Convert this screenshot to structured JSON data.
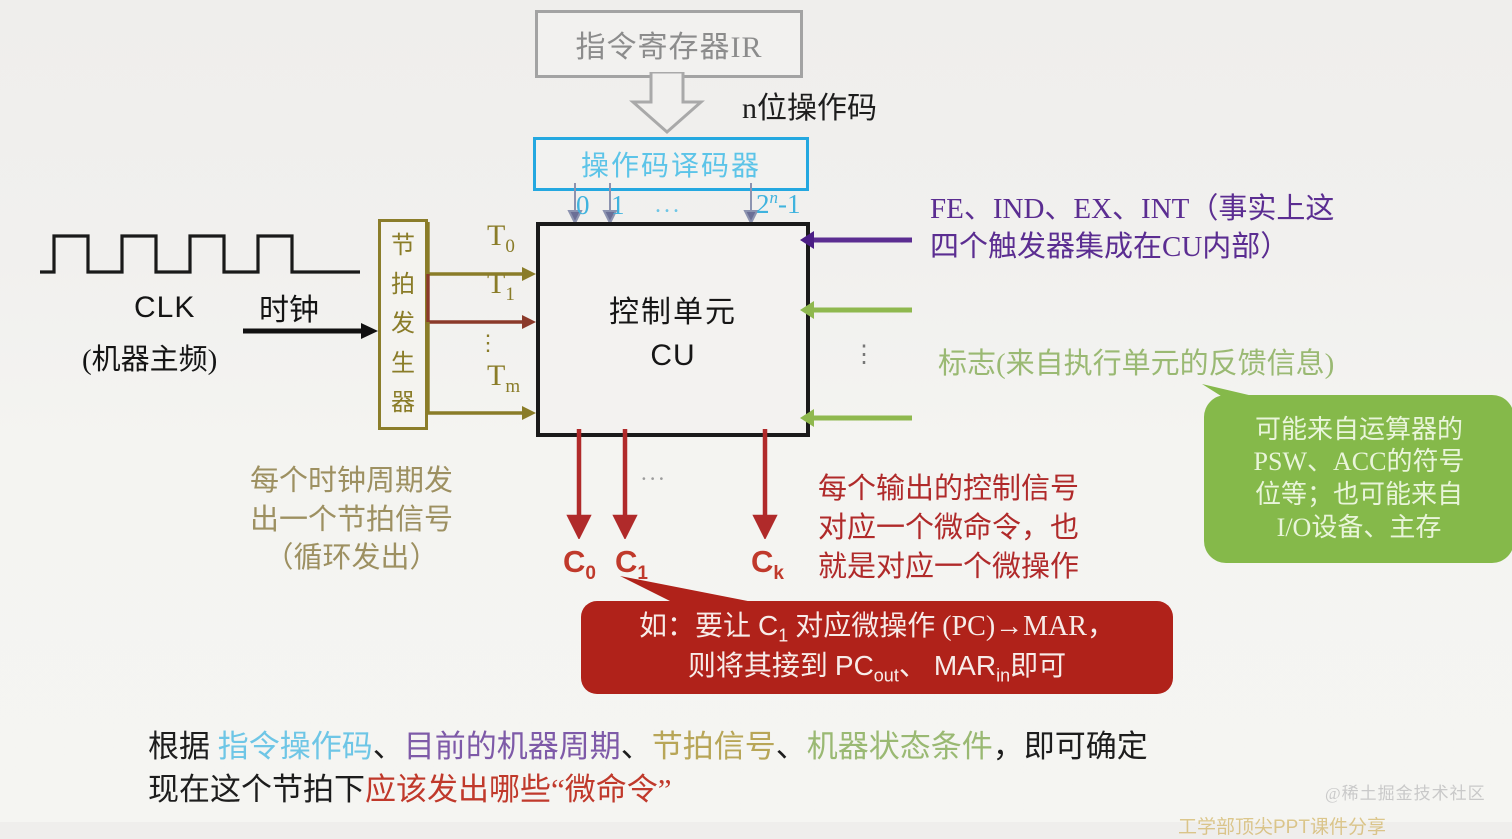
{
  "diagram": {
    "ir_box": {
      "label": "指令寄存器IR"
    },
    "n_bit_label": "n位操作码",
    "decoder_box": {
      "label": "操作码译码器"
    },
    "decoder_outputs": {
      "first": "0",
      "second": "1",
      "dots": "...",
      "last_base": "2",
      "last_exp": "n",
      "last_suffix": "-1"
    },
    "cu_box": {
      "line1": "控制单元",
      "line2": "CU"
    },
    "timing_generator": {
      "chars": [
        "节",
        "拍",
        "发",
        "生",
        "器"
      ]
    },
    "clk": {
      "name": "CLK",
      "sub": "(机器主频)",
      "clock_word": "时钟"
    },
    "beat_signals": {
      "t0": "T",
      "t0_sub": "0",
      "t1": "T",
      "t1_sub": "1",
      "tm": "T",
      "tm_sub": "m",
      "dots": "⋮"
    },
    "fe_note": {
      "line1": "FE、IND、EX、INT（事实上这",
      "line2": "四个触发器集成在CU内部）"
    },
    "flag_note": "标志(来自执行单元的反馈信息)",
    "right_dots": "⋮",
    "green_callout": {
      "line1": "可能来自运算器的",
      "line2": "PSW、ACC的符号",
      "line3": "位等；也可能来自",
      "line4": "I/O设备、主存"
    },
    "beat_note": {
      "line1": "每个时钟周期发",
      "line2": "出一个节拍信号",
      "line3": "（循环发出）"
    },
    "control_outputs": {
      "c0": "C",
      "c0_sub": "0",
      "c1": "C",
      "c1_sub": "1",
      "ck": "C",
      "ck_sub": "k",
      "dots": "..."
    },
    "out_note": {
      "line1": "每个输出的控制信号",
      "line2": "对应一个微命令，也",
      "line3": "就是对应一个微操作"
    },
    "red_callout": {
      "line1_a": "如：要让 ",
      "line1_c": "C",
      "line1_c_sub": "1",
      "line1_b": " 对应微操作 (PC)→MAR，",
      "line2_a": "则将其接到 ",
      "line2_pc": "PC",
      "line2_pc_sub": "out",
      "line2_mid": "、 ",
      "line2_mar": "MAR",
      "line2_mar_sub": "in",
      "line2_end": "即可"
    },
    "summary": {
      "l1_p1": "根据 ",
      "l1_op": "指令操作码",
      "l1_p2": "、",
      "l1_cycle": "目前的机器周期",
      "l1_p3": "、",
      "l1_beat": "节拍信号",
      "l1_p4": "、",
      "l1_state": "机器状态条件",
      "l1_p5": "，即可确定",
      "l2_p1": "现在这个节拍下",
      "l2_micro": "应该发出哪些“微命令”"
    },
    "watermark": "@稀土掘金技术社区",
    "watermark_bottom": "工学部顶尖PPT课件分享"
  },
  "colors": {
    "ir_border": "#a3a3a3",
    "decoder_border": "#24a8e0",
    "decoder_text": "#5cc4e8",
    "cu_border": "#1a1a1a",
    "timing_border": "#8b7d2a",
    "beat_arrow": "#8a7c28",
    "beat_arrow_alt": "#8b3a2a",
    "purple_arrow": "#5b2d91",
    "green_arrow": "#8fb84e",
    "green_callout_bg": "#85b94a",
    "red_callout_bg": "#b0221a",
    "control_arrow": "#b02a2a"
  }
}
